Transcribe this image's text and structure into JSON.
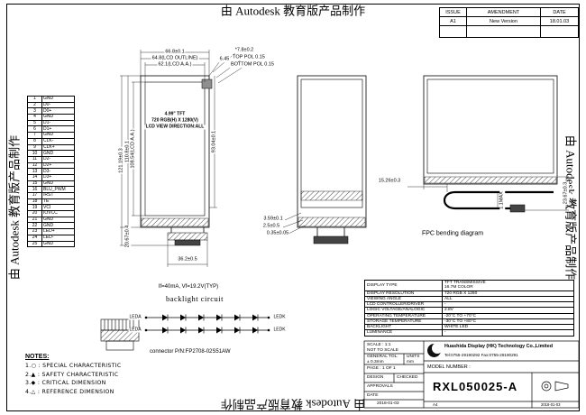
{
  "watermark": "由 Autodesk 教育版产品制作",
  "revision_table": {
    "headers": [
      "ISSUE",
      "AMENDMENT",
      "DATE"
    ],
    "rows": [
      {
        "issue": "A1",
        "amendment": "New Version",
        "date": "18.01.03"
      }
    ]
  },
  "pin_table": {
    "rows": [
      {
        "no": "1",
        "name": "GND"
      },
      {
        "no": "2",
        "name": "D0-"
      },
      {
        "no": "3",
        "name": "D0+"
      },
      {
        "no": "4",
        "name": "GND"
      },
      {
        "no": "5",
        "name": "D1-"
      },
      {
        "no": "6",
        "name": "D1+"
      },
      {
        "no": "7",
        "name": "GND"
      },
      {
        "no": "8",
        "name": "CLK-"
      },
      {
        "no": "9",
        "name": "CLK+"
      },
      {
        "no": "10",
        "name": "GND"
      },
      {
        "no": "11",
        "name": "D2-"
      },
      {
        "no": "12",
        "name": "D2+"
      },
      {
        "no": "13",
        "name": "D3-"
      },
      {
        "no": "14",
        "name": "D3+"
      },
      {
        "no": "15",
        "name": "GND"
      },
      {
        "no": "16",
        "name": "BLU_PWM"
      },
      {
        "no": "17",
        "name": "/RST"
      },
      {
        "no": "18",
        "name": "TE"
      },
      {
        "no": "19",
        "name": "VCI"
      },
      {
        "no": "20",
        "name": "IOVCC"
      },
      {
        "no": "21",
        "name": "GND"
      },
      {
        "no": "22",
        "name": "GND"
      },
      {
        "no": "23",
        "name": "LED+"
      },
      {
        "no": "24",
        "name": "LED-"
      },
      {
        "no": "25",
        "name": "GND"
      }
    ]
  },
  "panel_label": {
    "line1": "4.99\" TFT",
    "line2": "720 RGB(H) X 1280(V)",
    "line3": "LCD VIEW DIRECTION:ALL"
  },
  "dimensions": {
    "top1": "66.8±0.1",
    "top2": "64.8(LCD OUTLINE)",
    "top3": "62.1(LCD A.A.)",
    "top_offset": "6.45",
    "thickness": "*7.8±0.2",
    "top_pol": "TOP POL 0.15",
    "bottom_pol": "BOTTOM POL 0.15",
    "left1": "121.19±0.3",
    "left2": "110.8±0.1",
    "left3": "108.54(LCD A.A.)",
    "left_bottom": "20.67±0.4",
    "right1": "93.04±0.1",
    "lead1": "3.59±0.1",
    "lead2": "2.5±0.5",
    "lead3": "0.35±0.05",
    "bottom1": "36.2±0.5",
    "fpc_offset": "15.26±0.3",
    "fpc_height": "23.67±0.3",
    "fpc_thickness": "1.1MAX"
  },
  "fpc_caption": "FPC bending diagram",
  "backlight": {
    "spec": "If=40mA, Vf=19.2V(TYP)",
    "caption": "backlight circuit",
    "row1_left": "LEDA",
    "row1_right": "LEDK",
    "row2_left": "LEDA",
    "row2_right": "LEDK",
    "connector_note": "connector P/N:FP2708-02S51AW"
  },
  "notes": {
    "title": "NOTES:",
    "items": [
      "1.○ : SPECIAL CHARACTERISTIC",
      "2.▲ : SAFETY CHARACTERISTIC",
      "3.◆ : CRITICAL DIMENSION",
      "4.△ : REFERENCE DIMENSION"
    ]
  },
  "spec_table": {
    "rows": [
      {
        "label": "DISPLAY TYPE",
        "value": "TFT TRANSMISSIVE\n16.7M COLOR"
      },
      {
        "label": "DISPLAY RESOLUTION",
        "value": "720 RGB X 1280"
      },
      {
        "label": "VIEWING ANGLE",
        "value": "ALL"
      },
      {
        "label": "LCD CONTROLLER/DRIVER",
        "value": "-"
      },
      {
        "label": "LOGIC VOLTAGE/ANALOGIC",
        "value": "2.8V"
      },
      {
        "label": "OPERATING TEMPERATURE",
        "value": "-20°C TO +70°C"
      },
      {
        "label": "STORAGE TEMPERATURE",
        "value": "-30°C TO +80°C"
      },
      {
        "label": "BACKLIGHT",
        "value": "WHITE LED"
      },
      {
        "label": "LUMINANCE",
        "value": "-"
      }
    ]
  },
  "title_block": {
    "scale_label": "SCALE : 1:1",
    "scale_note": "NOT TO SCALE",
    "general_tol_label": "GENERAL TOL.",
    "general_tol": "± 0.3mm",
    "units_label": "UNITS",
    "units": "mm",
    "page_label": "PAGE :",
    "page": "1 OF 1",
    "design_label": "DESIGN",
    "checked_label": "CHECKED",
    "approvals_label": "APPROVALS",
    "date_label": "DATE",
    "date": "2018-01-03",
    "company": "Huashida Display (HK) Technology Co.,Limited",
    "contact": "Tel:0755-29190292  Fax:0755-29190291",
    "model_number_label": "MODEL NUMBER :",
    "model_number": "RXL050025-A",
    "sheet_size": "A4"
  }
}
